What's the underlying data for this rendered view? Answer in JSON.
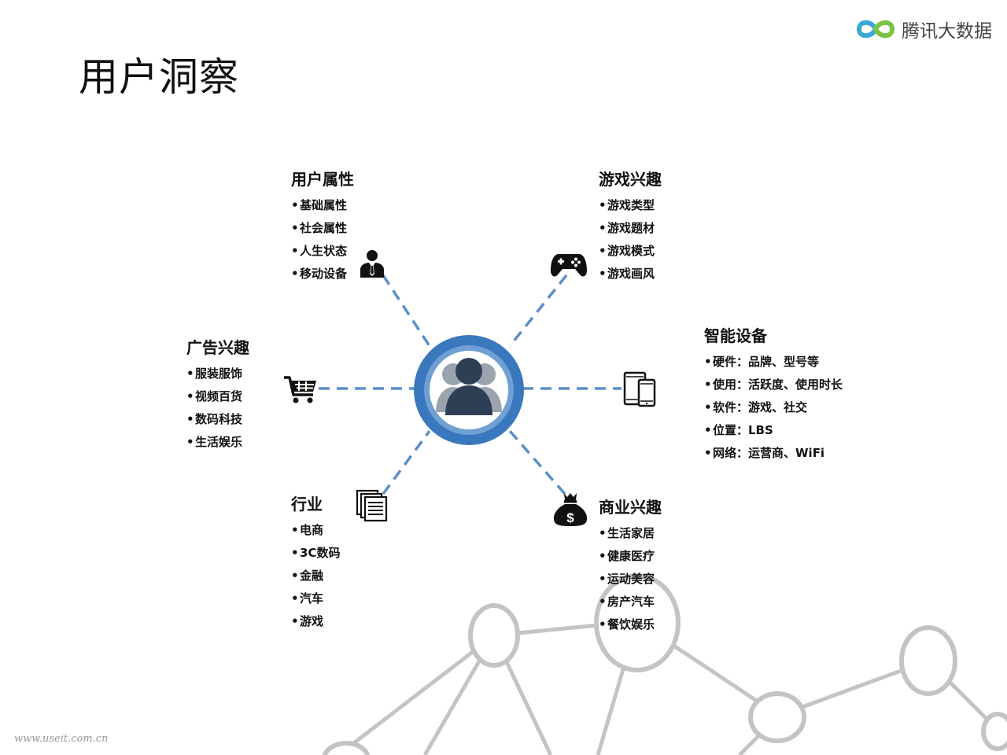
{
  "page": {
    "title": "用户洞察"
  },
  "brand": {
    "name": "腾讯大数据"
  },
  "watermark": {
    "text": "www.useit.com.cn"
  },
  "colors": {
    "connector": "#5b8fc8",
    "hub_outer": "#3a78bd",
    "hub_inner_avatar": "#2e3f55",
    "text": "#111111",
    "background_network": "#bdbdbd"
  },
  "center": {
    "icon": "users-icon"
  },
  "groups": {
    "user_attributes": {
      "title": "用户属性",
      "icon": "businessman-icon",
      "items": [
        "基础属性",
        "社会属性",
        "人生状态",
        "移动设备"
      ]
    },
    "game_interest": {
      "title": "游戏兴趣",
      "icon": "gamepad-icon",
      "items": [
        "游戏类型",
        "游戏题材",
        "游戏模式",
        "游戏画风"
      ]
    },
    "ad_interest": {
      "title": "广告兴趣",
      "icon": "shopping-cart-icon",
      "items": [
        "服装服饰",
        "视频百货",
        "数码科技",
        "生活娱乐"
      ]
    },
    "smart_device": {
      "title": "智能设备",
      "icon": "devices-icon",
      "items": [
        "硬件：品牌、型号等",
        "使用：活跃度、使用时长",
        "软件：游戏、社交",
        "位置：LBS",
        "网络：运营商、WiFi"
      ]
    },
    "industry": {
      "title": "行业",
      "icon": "documents-icon",
      "items": [
        "电商",
        "3C数码",
        "金融",
        "汽车",
        "游戏"
      ]
    },
    "business_interest": {
      "title": "商业兴趣",
      "icon": "money-bag-icon",
      "items": [
        "生活家居",
        "健康医疗",
        "运动美容",
        "房产汽车",
        "餐饮娱乐"
      ]
    }
  }
}
